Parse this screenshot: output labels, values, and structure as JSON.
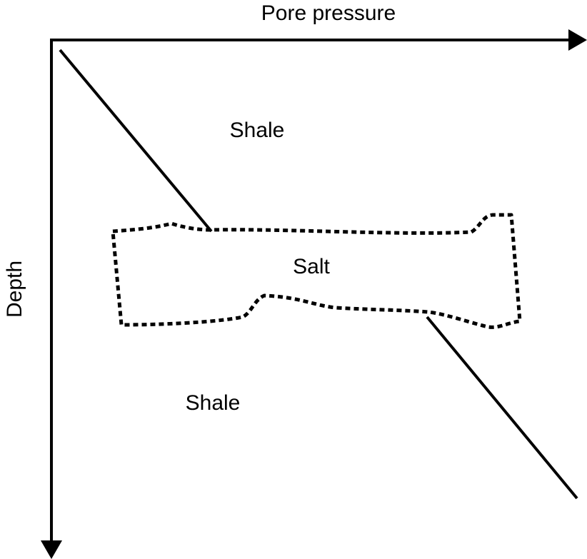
{
  "axes": {
    "x_label": "Pore pressure",
    "y_label": "Depth"
  },
  "regions": {
    "upper": "Shale",
    "middle": "Salt",
    "lower": "Shale"
  },
  "colors": {
    "ink": "#000000",
    "background": "#ffffff"
  }
}
